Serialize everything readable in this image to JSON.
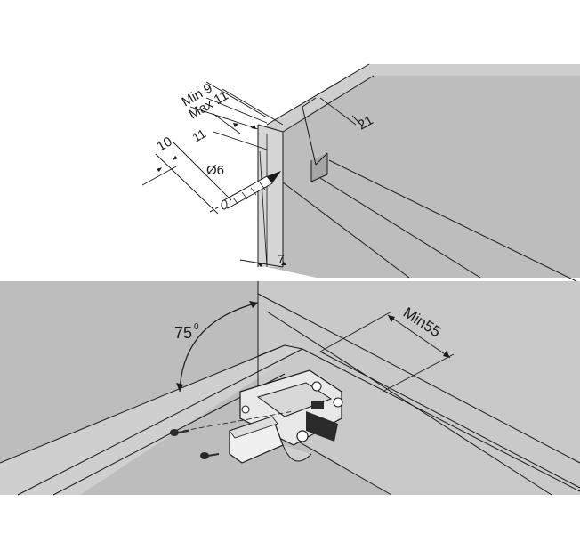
{
  "colors": {
    "panel_fill": "#bdbdbd",
    "panel_light": "#c9c9c9",
    "panel_dark": "#a9a9a9",
    "line": "#1a1a1a",
    "hinge_body": "#e8e8e8",
    "hinge_dark": "#2a2a2a",
    "background": "#ffffff"
  },
  "top_drawing": {
    "label_min": "Min 9",
    "label_max": "Max 11",
    "dim_11": "11",
    "dim_10": "10",
    "dim_diameter": "Ø6",
    "dim_21": "21",
    "dim_7": "7"
  },
  "bottom_drawing": {
    "angle_label": "75",
    "angle_unit": "0",
    "dim_min55": "Min55"
  },
  "icons": {
    "drill_bit": "drill-bit-icon",
    "hinge": "hinge-icon",
    "screw": "screw-icon"
  }
}
